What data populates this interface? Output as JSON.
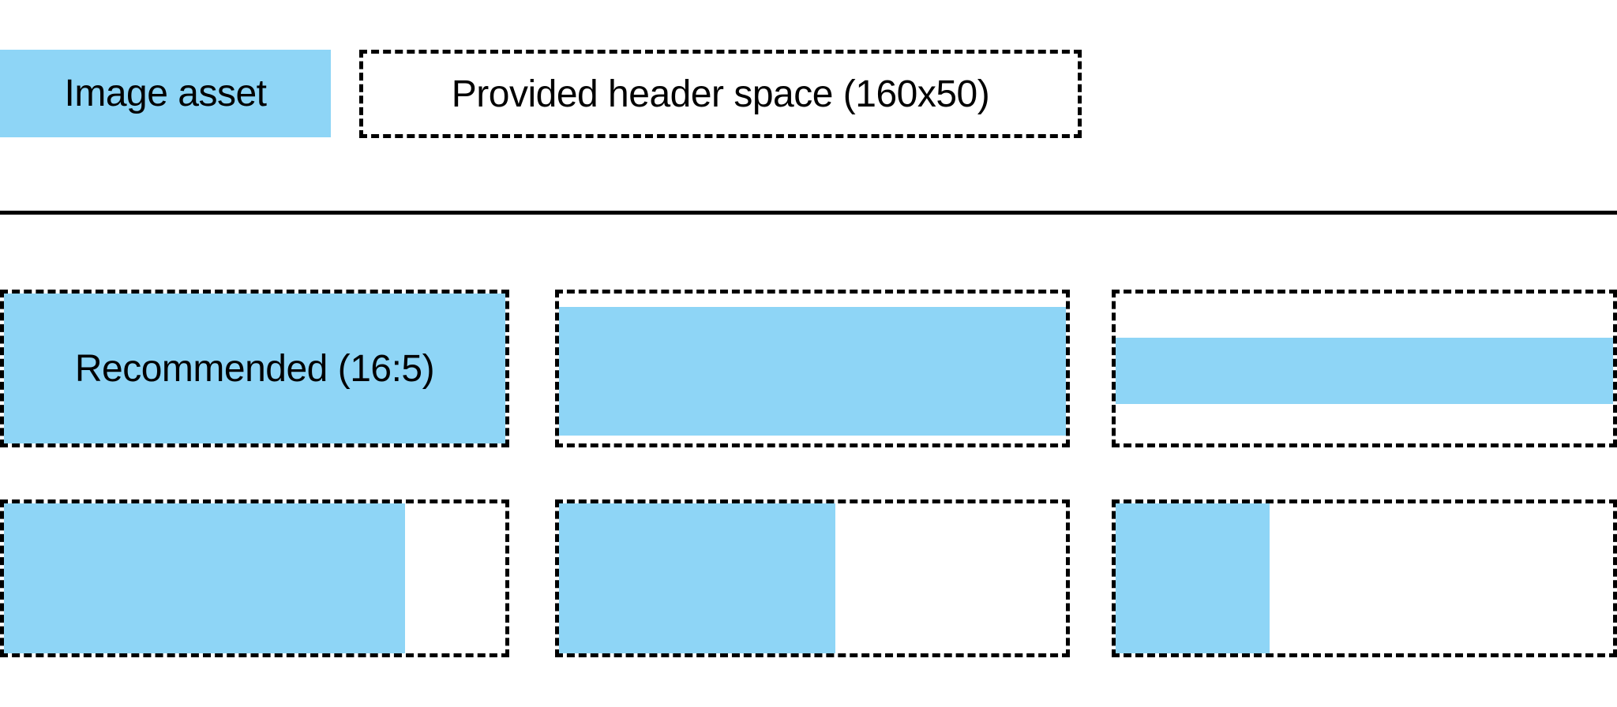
{
  "legend": {
    "image_asset_label": "Image asset",
    "header_space_label": "Provided header space (160x50)",
    "header_space_dimensions": "160x50"
  },
  "grid": {
    "recommended_label": "Recommended (16:5)",
    "recommended_ratio": "16:5",
    "cells": [
      {
        "id": "row1-col1",
        "description": "recommended full fill",
        "label": "Recommended (16:5)",
        "fill": {
          "width_pct": 100,
          "height_pct": 100,
          "top_pct": 0
        }
      },
      {
        "id": "row1-col2",
        "description": "letterboxed wide asset",
        "fill": {
          "width_pct": 100,
          "height_pct": 86,
          "top_pct": 9
        }
      },
      {
        "id": "row1-col3",
        "description": "thin letterboxed band",
        "fill": {
          "width_pct": 100,
          "height_pct": 44,
          "top_pct": 29.5
        }
      },
      {
        "id": "row2-col1",
        "description": "left-aligned 80% width",
        "fill": {
          "width_pct": 80,
          "height_pct": 100,
          "top_pct": 0
        }
      },
      {
        "id": "row2-col2",
        "description": "left-aligned half width",
        "fill": {
          "width_pct": 54.5,
          "height_pct": 100,
          "top_pct": 0
        }
      },
      {
        "id": "row2-col3",
        "description": "left-aligned narrow width",
        "fill": {
          "width_pct": 31,
          "height_pct": 100,
          "top_pct": 0
        }
      }
    ]
  },
  "colors": {
    "asset_blue": "#8ED5F6",
    "line_black": "#000000",
    "background": "#FFFFFF"
  }
}
